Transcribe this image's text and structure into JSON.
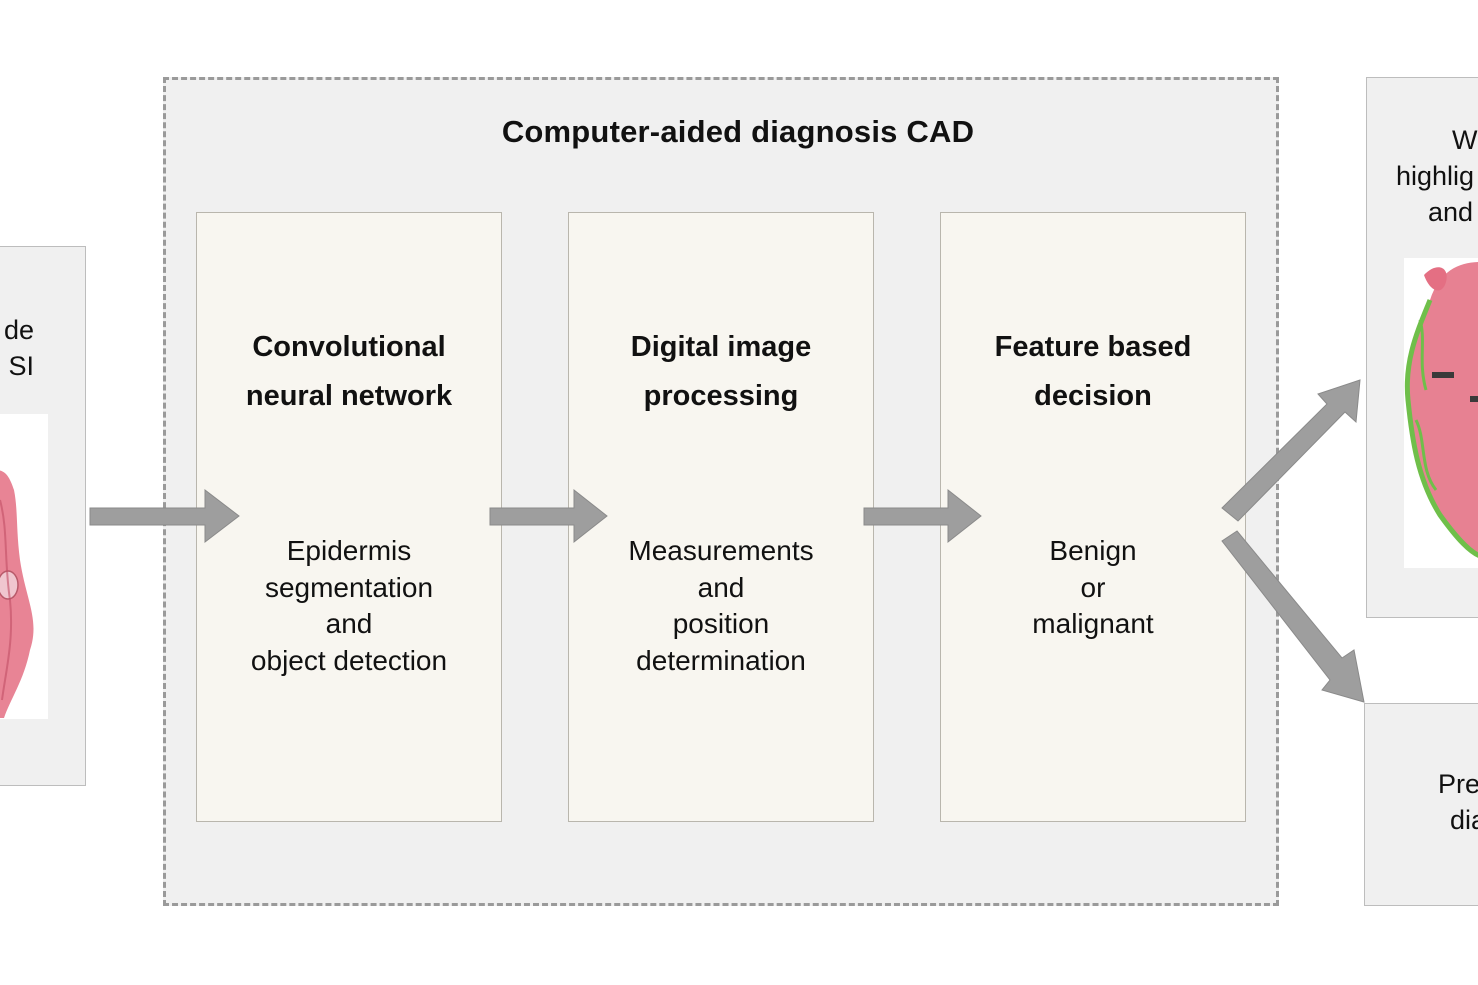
{
  "input": {
    "label_lines": [
      "de",
      "SI"
    ]
  },
  "cad": {
    "title": "Computer-aided diagnosis CAD",
    "stages": [
      {
        "title_lines": [
          "Convolutional",
          "neural network"
        ],
        "body_lines": [
          "Epidermis",
          "segmentation",
          "and",
          "object detection"
        ]
      },
      {
        "title_lines": [
          "Digital image",
          "processing"
        ],
        "body_lines": [
          "Measurements",
          "and",
          "position",
          "determination"
        ]
      },
      {
        "title_lines": [
          "Feature based",
          "decision"
        ],
        "body_lines": [
          "Benign",
          "or",
          "malignant"
        ]
      }
    ]
  },
  "outputs": {
    "top_label_lines": [
      "W",
      "highlig",
      "and"
    ],
    "bottom_label_lines": [
      "Pre",
      "dia"
    ]
  },
  "colors": {
    "arrow": "#9e9e9e",
    "frame_bg": "#f0f0f0",
    "stage_bg": "#f8f6f0",
    "tissue_pink": "#e46f83",
    "tissue_green": "#6fbf4a"
  }
}
